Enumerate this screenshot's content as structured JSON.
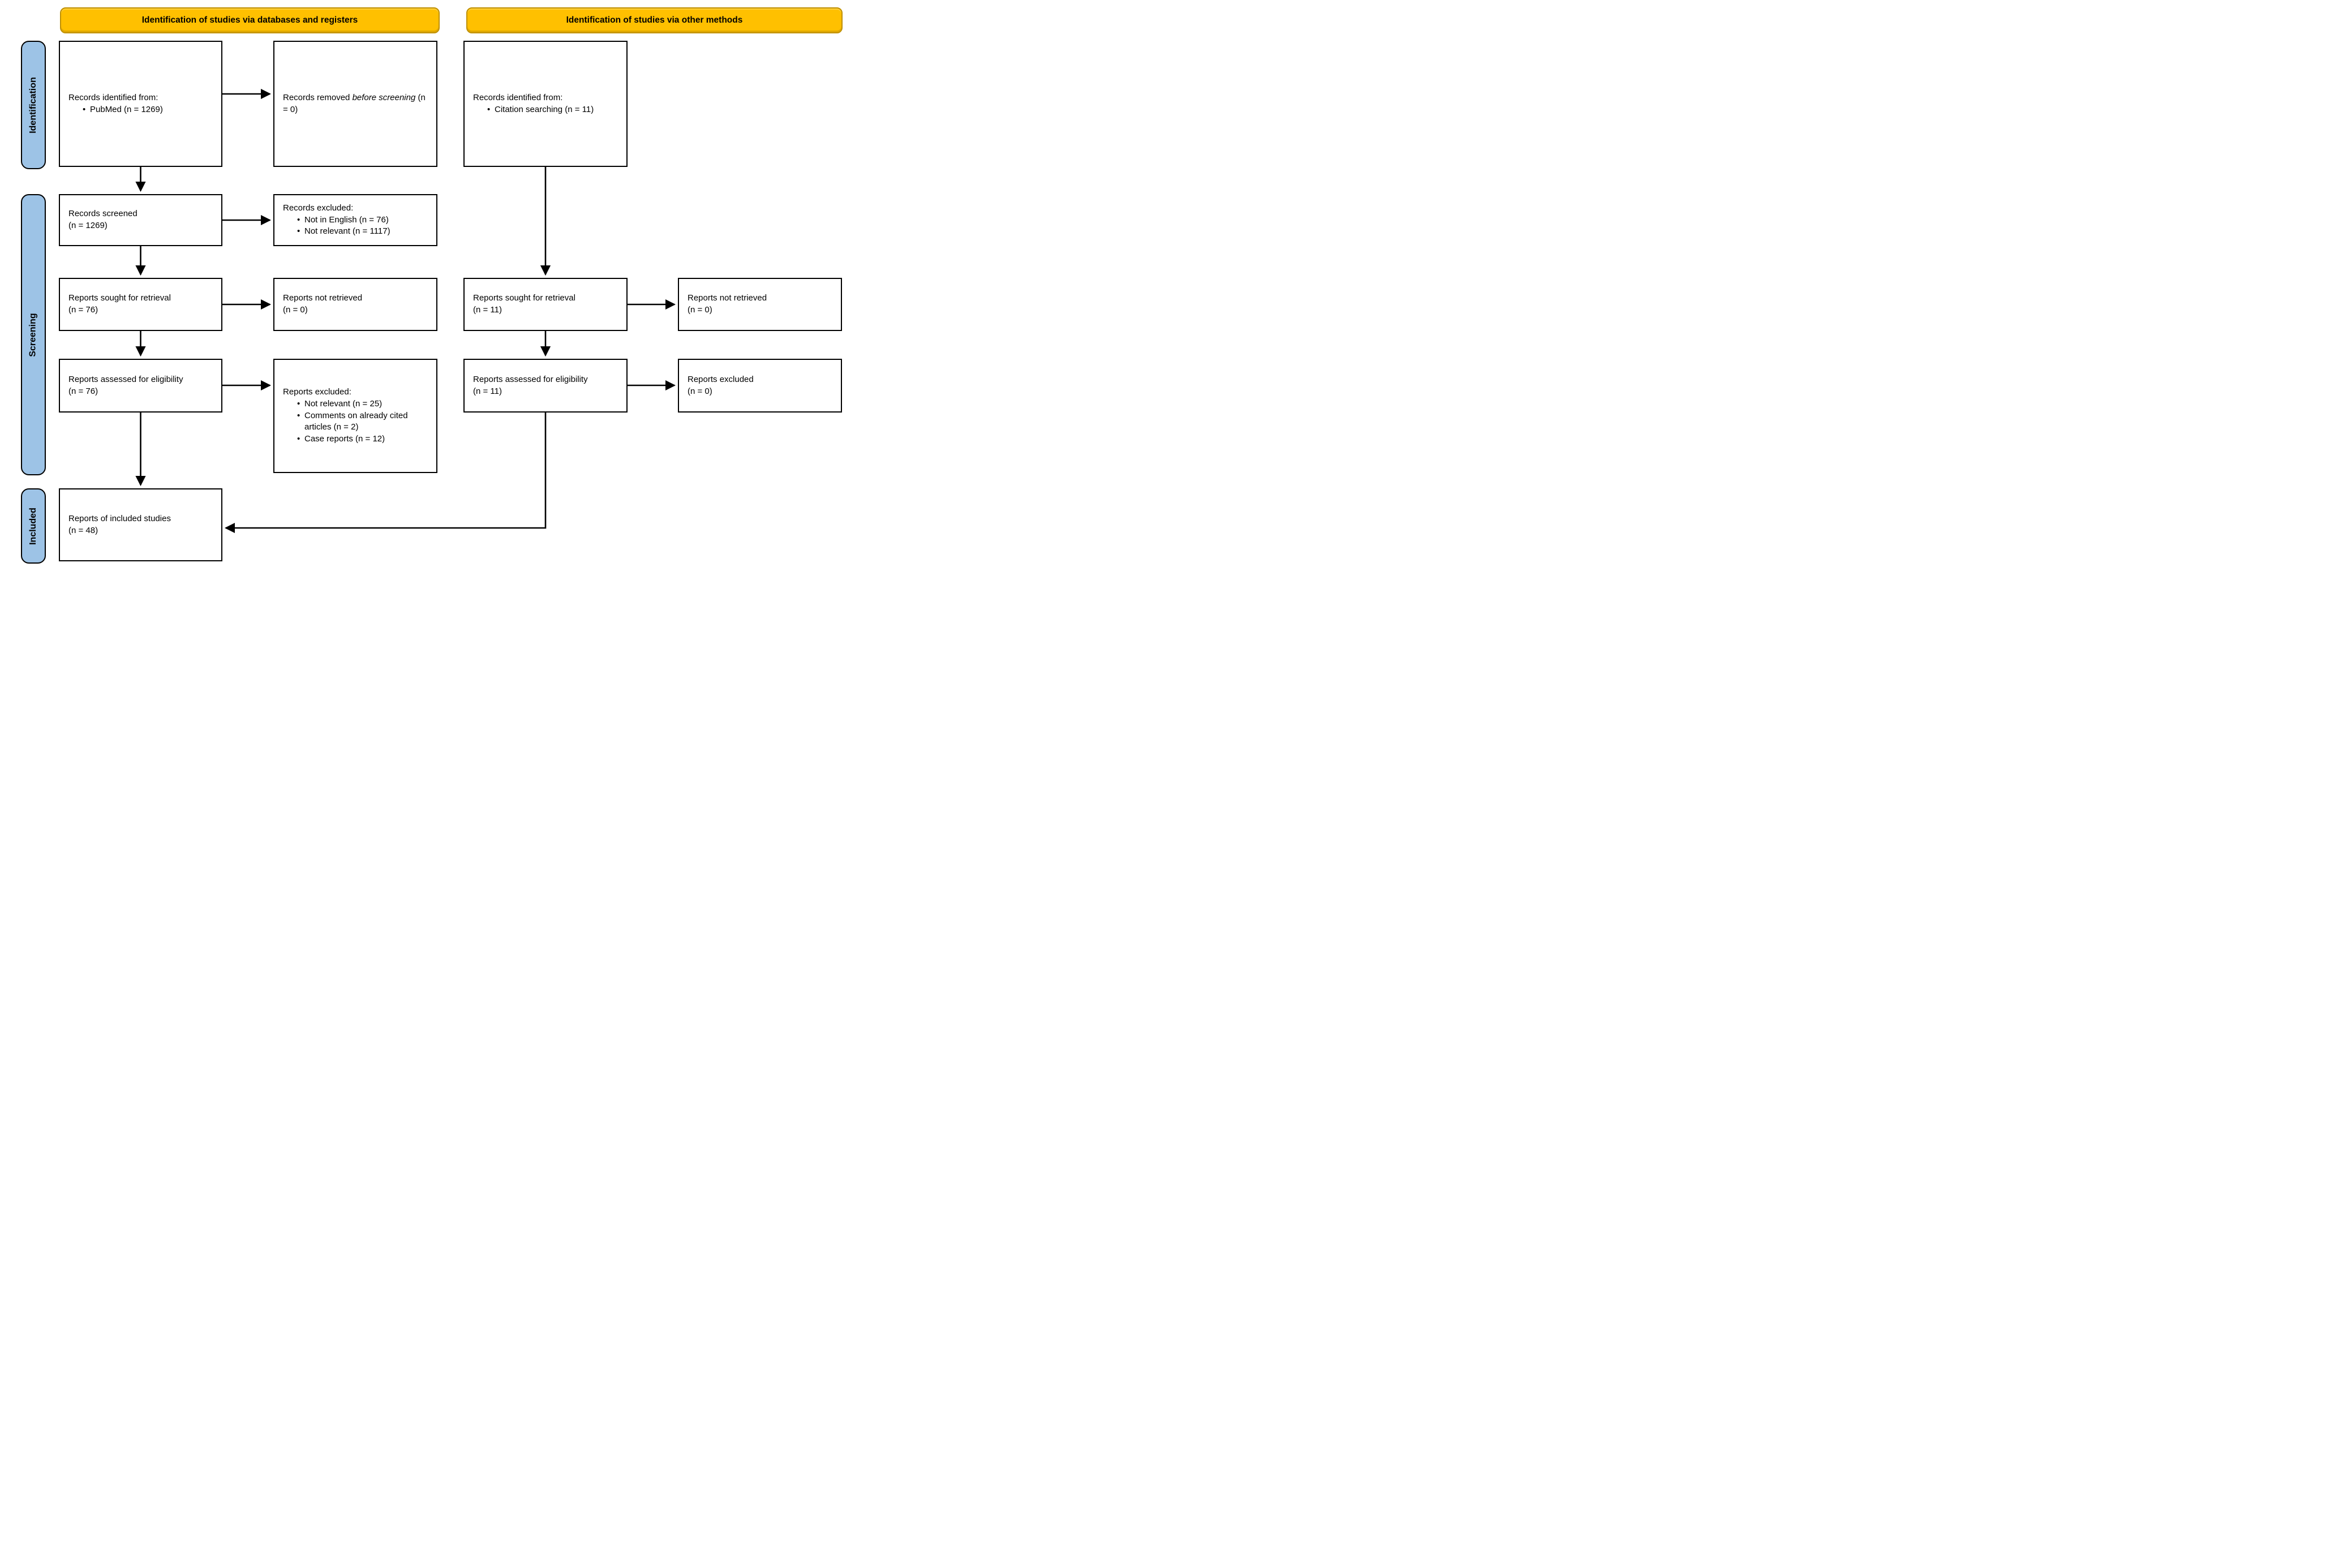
{
  "headers": {
    "databases": "Identification of studies via databases and registers",
    "other": "Identification of studies via other methods"
  },
  "stages": {
    "identification": "Identification",
    "screening": "Screening",
    "included": "Included"
  },
  "colors": {
    "header_bg": "#FFC000",
    "header_border": "#BF9000",
    "stage_bg": "#9DC3E6",
    "box_border": "#000000",
    "arrow": "#000000"
  },
  "boxes": {
    "records_identified_db": {
      "label": "Records identified from:",
      "items": [
        "PubMed (n = 1269)"
      ]
    },
    "records_removed": {
      "pre": "Records removed ",
      "italic": "before screening",
      "post": " (n = 0)"
    },
    "records_identified_other": {
      "label": "Records identified from:",
      "items": [
        "Citation searching (n = 11)"
      ]
    },
    "records_screened": {
      "line1": "Records screened",
      "line2": "(n = 1269)"
    },
    "records_excluded": {
      "label": "Records excluded:",
      "items": [
        "Not in English (n = 76)",
        "Not relevant (n = 1117)"
      ]
    },
    "reports_sought_db": {
      "line1": "Reports sought for retrieval",
      "line2": "(n = 76)"
    },
    "reports_not_retrieved_db": {
      "line1": "Reports not retrieved",
      "line2": "(n = 0)"
    },
    "reports_sought_other": {
      "line1": "Reports sought for retrieval",
      "line2": "(n = 11)"
    },
    "reports_not_retrieved_other": {
      "line1": "Reports not retrieved",
      "line2": "(n = 0)"
    },
    "reports_assessed_db": {
      "line1": "Reports assessed for eligibility",
      "line2": "(n = 76)"
    },
    "reports_excluded_db": {
      "label": "Reports excluded:",
      "items": [
        "Not relevant (n = 25)",
        "Comments on already cited articles (n = 2)",
        "Case reports (n = 12)"
      ]
    },
    "reports_assessed_other": {
      "line1": "Reports assessed for eligibility",
      "line2": "(n = 11)"
    },
    "reports_excluded_other": {
      "line1": "Reports excluded",
      "line2": "(n = 0)"
    },
    "reports_included": {
      "line1": "Reports of included studies",
      "line2": "(n = 48)"
    }
  }
}
